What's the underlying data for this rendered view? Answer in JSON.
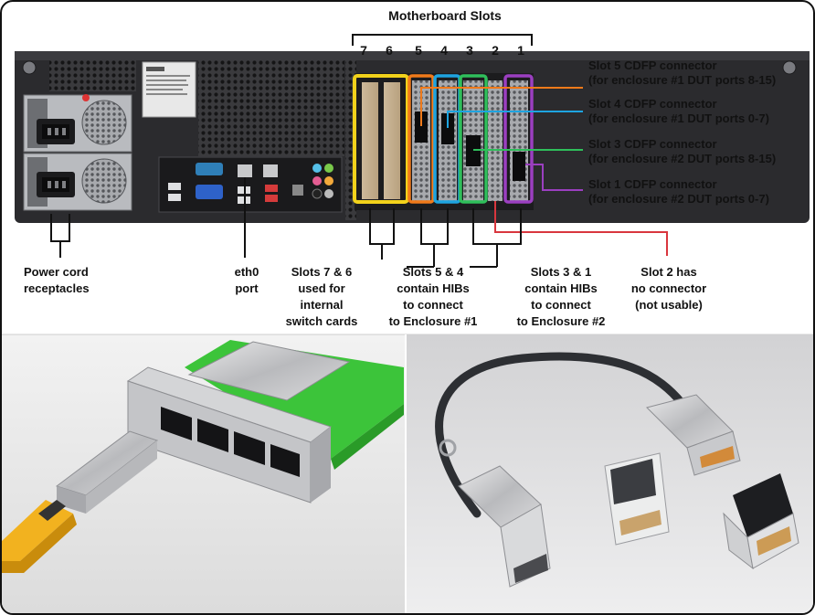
{
  "header": {
    "title": "Motherboard Slots"
  },
  "slot_numbers": [
    "7",
    "6",
    "5",
    "4",
    "3",
    "2",
    "1"
  ],
  "callouts": {
    "slot5": {
      "line1": "Slot 5 CDFP connector",
      "line2": "(for enclosure #1 DUT ports 8-15)",
      "color": "#f07a1a"
    },
    "slot4": {
      "line1": "Slot 4 CDFP connector",
      "line2": "(for enclosure #1 DUT ports 0-7)",
      "color": "#1ea4e0"
    },
    "slot3": {
      "line1": "Slot 3 CDFP connector",
      "line2": "(for enclosure #2 DUT ports 8-15)",
      "color": "#2fbf5b"
    },
    "slot1": {
      "line1": "Slot 1 CDFP connector",
      "line2": "(for enclosure #2 DUT ports 0-7)",
      "color": "#9b3fc0"
    }
  },
  "bottom_labels": {
    "power": [
      "Power cord",
      "receptacles"
    ],
    "eth0": [
      "eth0",
      "port"
    ],
    "slots76": [
      "Slots 7 & 6",
      "used for",
      "internal",
      "switch cards"
    ],
    "slots54": [
      "Slots 5 & 4",
      "contain HIBs",
      "to connect",
      "to Enclosure #1"
    ],
    "slots31": [
      "Slots 3 & 1",
      "contain HIBs",
      "to connect",
      "to Enclosure #2"
    ],
    "slot2": [
      "Slot 2 has",
      "no connector",
      "(not usable)"
    ]
  },
  "colors": {
    "slot76_frame": "#f2d21b",
    "slot5_frame": "#f07a1a",
    "slot4_frame": "#1ea4e0",
    "slot3_frame": "#2fbf5b",
    "slot1_frame": "#9b3fc0",
    "slot2_line": "#d9363e",
    "chassis": "#2b2b2e"
  }
}
